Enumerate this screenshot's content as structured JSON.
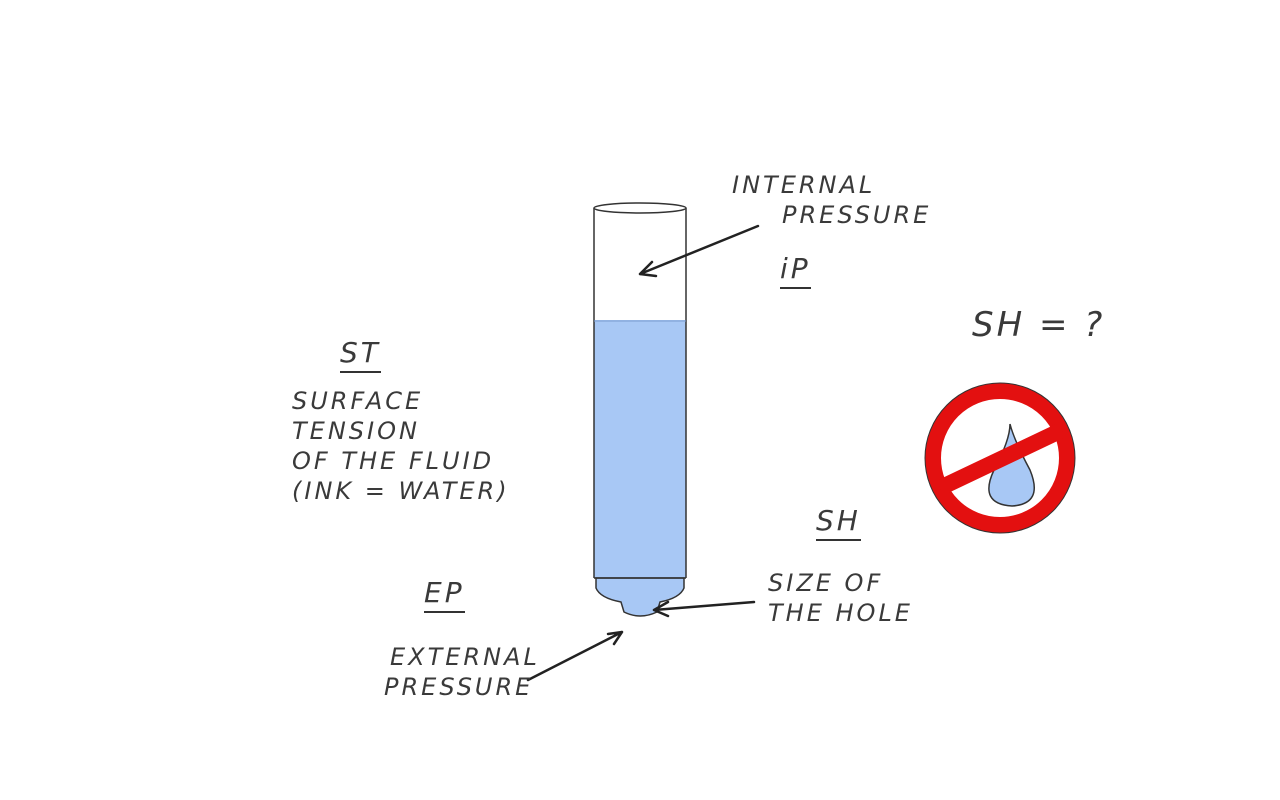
{
  "colors": {
    "fluid": "#a8c8f5",
    "outline": "#333333",
    "forbidden": "#e31010"
  },
  "labels": {
    "ip_abbr": "iP",
    "ip_text": [
      "INTERNAL",
      "PRESSURE"
    ],
    "st_abbr": "ST",
    "st_text": [
      "SURFACE",
      "TENSION",
      "OF THE FLUID",
      "(INK = WATER)"
    ],
    "ep_abbr": "EP",
    "ep_text": [
      "EXTERNAL",
      "PRESSURE"
    ],
    "sh_abbr": "SH",
    "sh_text": [
      "SIZE OF",
      "THE HOLE"
    ],
    "sh_question": "SH = ?"
  }
}
